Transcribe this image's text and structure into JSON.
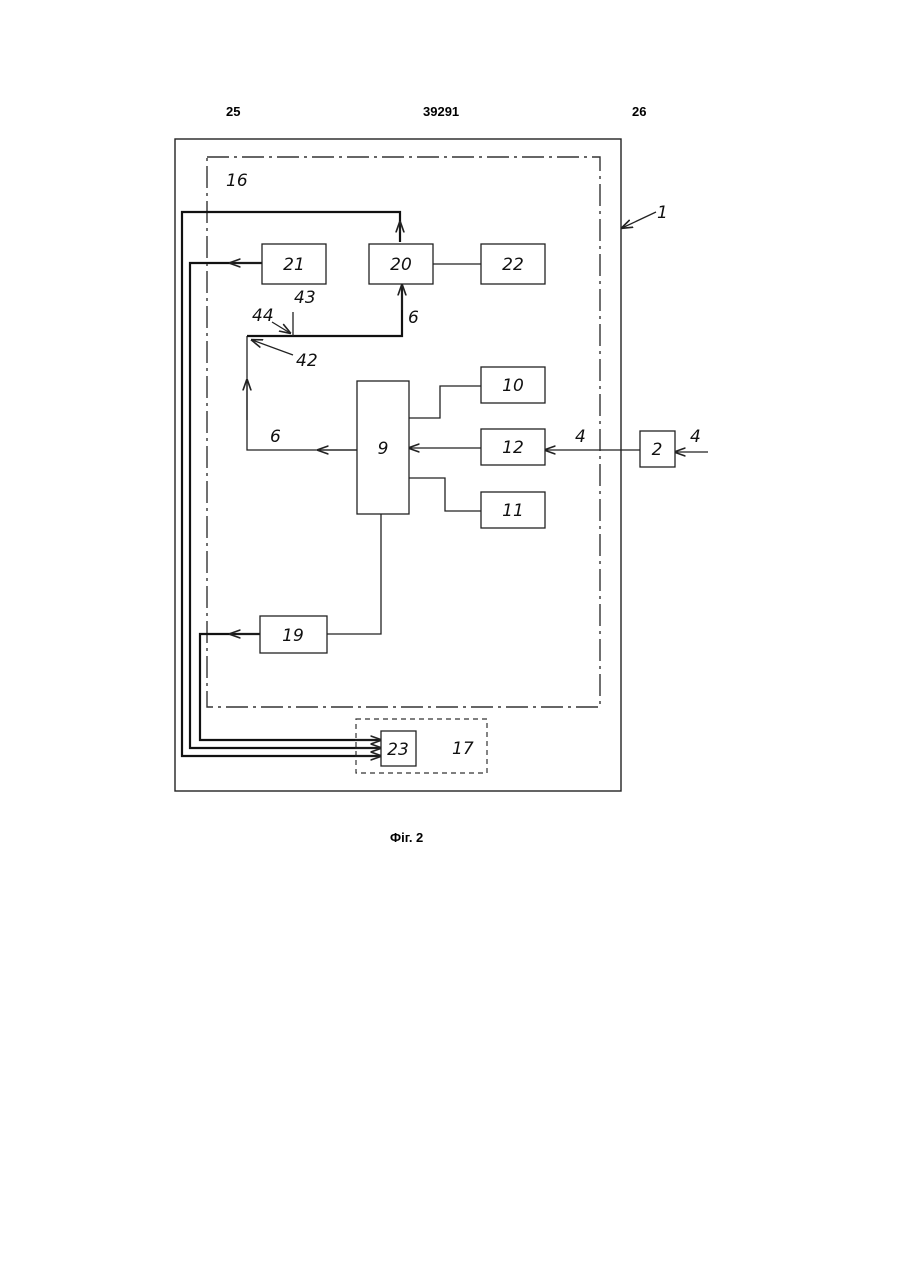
{
  "header": {
    "left_page": "25",
    "patent_number": "39291",
    "right_page": "26"
  },
  "caption": "Фіг. 2",
  "blocks": {
    "b2": "2",
    "b9": "9",
    "b10": "10",
    "b11": "11",
    "b12": "12",
    "b19": "19",
    "b20": "20",
    "b21": "21",
    "b22": "22",
    "b23": "23"
  },
  "labels": {
    "l1": "1",
    "l4a": "4",
    "l4b": "4",
    "l6a": "6",
    "l6b": "6",
    "l16": "16",
    "l17": "17",
    "l42": "42",
    "l43": "43",
    "l44": "44"
  }
}
